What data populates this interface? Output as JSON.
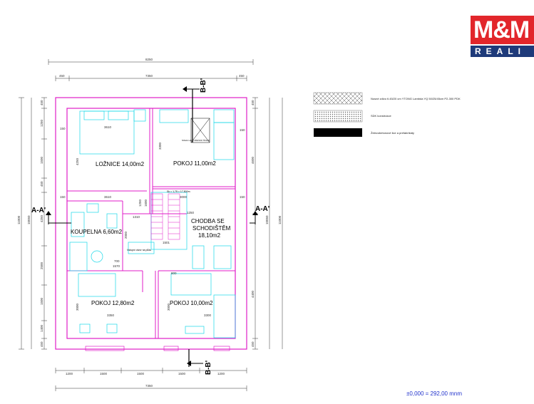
{
  "brand": {
    "logo_top": "M&M",
    "logo_bottom": "REALI"
  },
  "colors": {
    "wall": "#e01ec8",
    "furniture": "#18d8e8",
    "dim": "#222222",
    "ink": "#000000",
    "elev": "#2233cc"
  },
  "legend": [
    {
      "pattern": "hatch-cross",
      "text": "Nosné zdivo tl.45/20 cm YTONG Lambda YQ 50/25/45cm P2-300 PDK"
    },
    {
      "pattern": "hatch-dots",
      "text": "SDK konstrukce"
    },
    {
      "pattern": "solid",
      "text": "Železobetonové lice a prefabrikáty"
    }
  ],
  "elevation": "±0,000 = 292,00 mnm",
  "sections": {
    "aa_left": "A-A'",
    "aa_right": "A-A'",
    "bb_top": "B-B'",
    "bb_bottom": "B-B'"
  },
  "rooms": [
    {
      "name": "LOŽNICE 14,00m2"
    },
    {
      "name": "POKOJ 11,00m2"
    },
    {
      "name": "KOUPELNA 6,60m2"
    },
    {
      "name_lines": [
        "CHODBA SE",
        "SCHODIŠTĚM",
        "18,10m2"
      ]
    },
    {
      "name": "POKOJ 12,80m2"
    },
    {
      "name": "POKOJ 10,00m2"
    }
  ],
  "notes": {
    "stair": "Střešní okno 950/130 75/120",
    "attic": "Vstupní otvor na půdu",
    "stair_note": "Sk = 1,75 = 17,500m"
  },
  "dims": {
    "overall_top": "8250",
    "top_inner": "7350",
    "top_left_edge": "450",
    "top_right_edge": "450",
    "bottom_overall": "7350",
    "bottom_a": "1200",
    "bottom_b": "1500",
    "bottom_c": "1500",
    "bottom_d": "1500",
    "bottom_e": "1200",
    "left_overall": "11000",
    "left_inner": "10050",
    "right_overall": "11000",
    "right_inner": "10050",
    "left_seg1": "450",
    "left_seg2": "1250",
    "left_seg3": "1500",
    "left_seg4": "450",
    "left_seg5": "4250",
    "left_seg6": "2500",
    "left_seg7": "1500",
    "left_seg8": "1400",
    "left_seg9": "450",
    "right_seg1": "450",
    "right_seg2": "4600",
    "right_seg3": "4400",
    "right_seg4": "450",
    "bed_w": "3610",
    "room2_w": "3000",
    "room1_h": "4250",
    "room2_h": "3300",
    "hall_w": "1250",
    "hall_w2": "1501",
    "stair_w": "1310",
    "bath_h": "2050",
    "k_room_w": "3350",
    "k_room_h": "3000",
    "k_room_w2": "3300",
    "k_room2_h": "3000",
    "tag_150a": "150",
    "tag_150b": "150",
    "tag_150c": "150",
    "tag_150d": "150",
    "tag_700": "700",
    "tag_1570": "1570",
    "tag_1600": "1600",
    "tag_800": "800",
    "tag_1250": "1250"
  }
}
